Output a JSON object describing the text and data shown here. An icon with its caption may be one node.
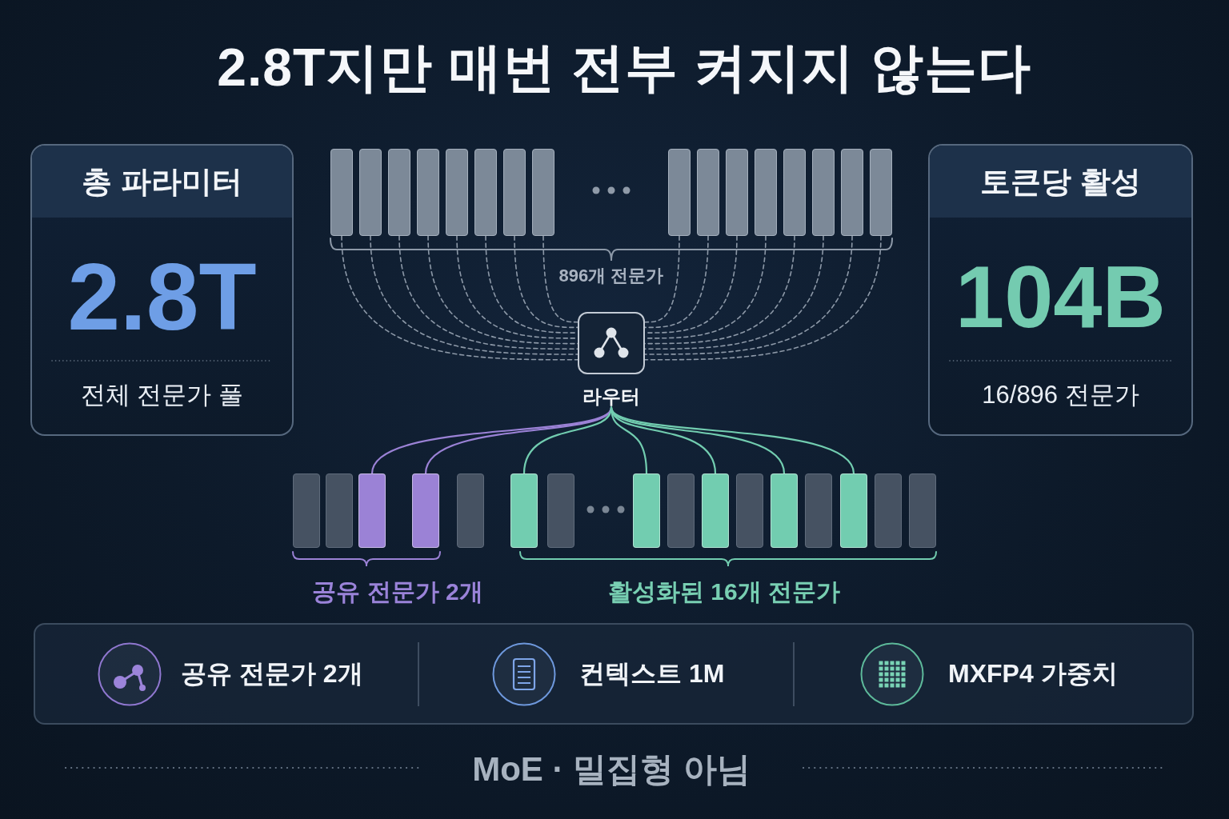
{
  "diagram": {
    "title": "2.8T지만 매번 전부 켜지지 않는다",
    "nodes": [
      {
        "text": [
          "총 파라미터",
          "2.8T",
          "전체 전문가 풀"
        ]
      },
      {
        "text": [],
        "shape": "bar"
      },
      {
        "text": [],
        "shape": "bar"
      },
      {
        "text": [],
        "shape": "bar"
      },
      {
        "text": [],
        "shape": "bar"
      },
      {
        "text": [],
        "shape": "bar"
      },
      {
        "text": [],
        "shape": "bar"
      },
      {
        "text": [],
        "shape": "bar"
      },
      {
        "text": [],
        "shape": "bar"
      },
      {
        "text": [],
        "shape": "bar"
      },
      {
        "text": [],
        "shape": "bar"
      },
      {
        "text": [],
        "shape": "bar"
      },
      {
        "text": [],
        "shape": "bar"
      },
      {
        "text": [],
        "shape": "bar"
      },
      {
        "text": [],
        "shape": "bar"
      },
      {
        "text": [],
        "shape": "bar"
      },
      {
        "text": [],
        "shape": "bar"
      },
      {
        "text": [
          "토큰당 활성",
          "104B",
          "16/896 전문가"
        ]
      },
      {
        "text": [
          "라우터"
        ]
      },
      {
        "text": [],
        "shape": "bar"
      },
      {
        "text": [],
        "shape": "bar"
      },
      {
        "text": [],
        "shape": "bar"
      },
      {
        "text": [],
        "shape": "bar"
      },
      {
        "text": [],
        "shape": "bar"
      },
      {
        "text": [],
        "shape": "bar"
      },
      {
        "text": [],
        "shape": "bar"
      },
      {
        "text": [],
        "shape": "bar"
      },
      {
        "text": [],
        "shape": "bar"
      },
      {
        "text": [],
        "shape": "bar"
      },
      {
        "text": [],
        "shape": "bar"
      },
      {
        "text": [],
        "shape": "bar"
      },
      {
        "text": [],
        "shape": "bar"
      },
      {
        "text": [],
        "shape": "bar"
      },
      {
        "text": [],
        "shape": "bar"
      },
      {
        "text": [],
        "shape": "bar"
      },
      {
        "text": [
          "공유 전문가 2개",
          "컨텍스트 1M",
          "MXFP4 가중치"
        ]
      }
    ],
    "edges": [
      {
        "from": 1,
        "to": 18,
        "arrow": "none",
        "style": "dashed"
      },
      {
        "from": 2,
        "to": 18,
        "arrow": "none",
        "style": "dashed"
      },
      {
        "from": 3,
        "to": 18,
        "arrow": "none",
        "style": "dashed"
      },
      {
        "from": 4,
        "to": 18,
        "arrow": "none",
        "style": "dashed"
      },
      {
        "from": 5,
        "to": 18,
        "arrow": "none",
        "style": "dashed"
      },
      {
        "from": 6,
        "to": 18,
        "arrow": "none",
        "style": "dashed"
      },
      {
        "from": 7,
        "to": 18,
        "arrow": "none",
        "style": "dashed"
      },
      {
        "from": 8,
        "to": 18,
        "arrow": "none",
        "style": "dashed"
      },
      {
        "from": 9,
        "to": 18,
        "arrow": "none",
        "style": "dashed"
      },
      {
        "from": 10,
        "to": 18,
        "arrow": "none",
        "style": "dashed"
      },
      {
        "from": 11,
        "to": 18,
        "arrow": "none",
        "style": "dashed"
      },
      {
        "from": 12,
        "to": 18,
        "arrow": "none",
        "style": "dashed"
      },
      {
        "from": 13,
        "to": 18,
        "arrow": "none",
        "style": "dashed"
      },
      {
        "from": 14,
        "to": 18,
        "arrow": "none",
        "style": "dashed"
      },
      {
        "from": 15,
        "to": 18,
        "arrow": "none",
        "style": "dashed"
      },
      {
        "from": 16,
        "to": 18,
        "arrow": "none",
        "style": "dashed"
      },
      {
        "from": 18,
        "to": 21,
        "arrow": "none",
        "color": "#9b82d6"
      },
      {
        "from": 18,
        "to": 22,
        "arrow": "none",
        "color": "#9b82d6"
      },
      {
        "from": 18,
        "to": 24,
        "arrow": "none",
        "color": "#72cdb0"
      },
      {
        "from": 18,
        "to": 26,
        "arrow": "none",
        "color": "#72cdb0"
      },
      {
        "from": 18,
        "to": 28,
        "arrow": "none",
        "color": "#72cdb0"
      },
      {
        "from": 18,
        "to": 30,
        "arrow": "none",
        "color": "#72cdb0"
      },
      {
        "from": 18,
        "to": 32,
        "arrow": "none",
        "color": "#72cdb0"
      }
    ],
    "labels": [
      "896개 전문가",
      "공유 전문가 2개",
      "활성화된 16개 전문가",
      "MoE · 밀집형 아님"
    ]
  }
}
